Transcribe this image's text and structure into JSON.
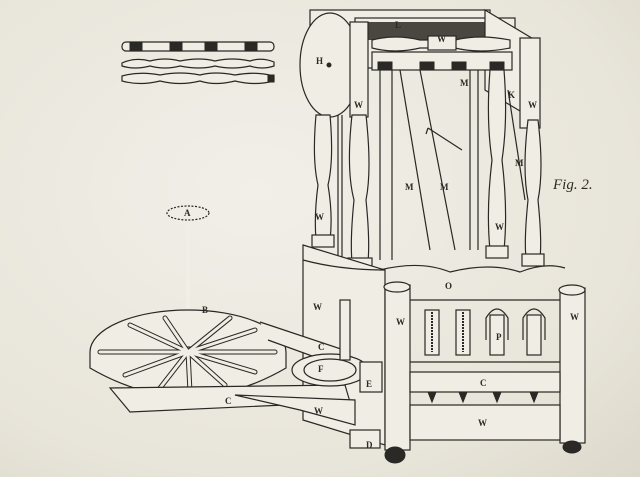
{
  "figure": {
    "caption": "Fig. 2.",
    "subject": "Engraving of a spinning machine (water frame) with drive wheel and belt",
    "background_color": "#ebe8de",
    "ink_color": "#2a2824"
  },
  "inset": {
    "description": "Three roller/spindle details at top left",
    "items": [
      "roller-with-dark-bosses",
      "plain-roller",
      "plain-roller"
    ]
  },
  "labels": {
    "A": "A",
    "B": "B",
    "C_belt_upper": "C",
    "C_belt_lower": "C",
    "C_rail": "C",
    "D": "D",
    "E": "E",
    "F": "F",
    "H": "H",
    "K": "K",
    "L": "L",
    "M1": "M",
    "M2": "M",
    "M3": "M",
    "M4": "M",
    "O": "O",
    "P": "P",
    "W_top": "W",
    "W_disk": "W",
    "W_right_top": "W",
    "W_leg_left": "W",
    "W_leg_right": "W",
    "W_frame_left": "W",
    "W_post_left": "W",
    "W_post_right": "W",
    "W_bottom_rail": "W",
    "W_base": "W"
  }
}
